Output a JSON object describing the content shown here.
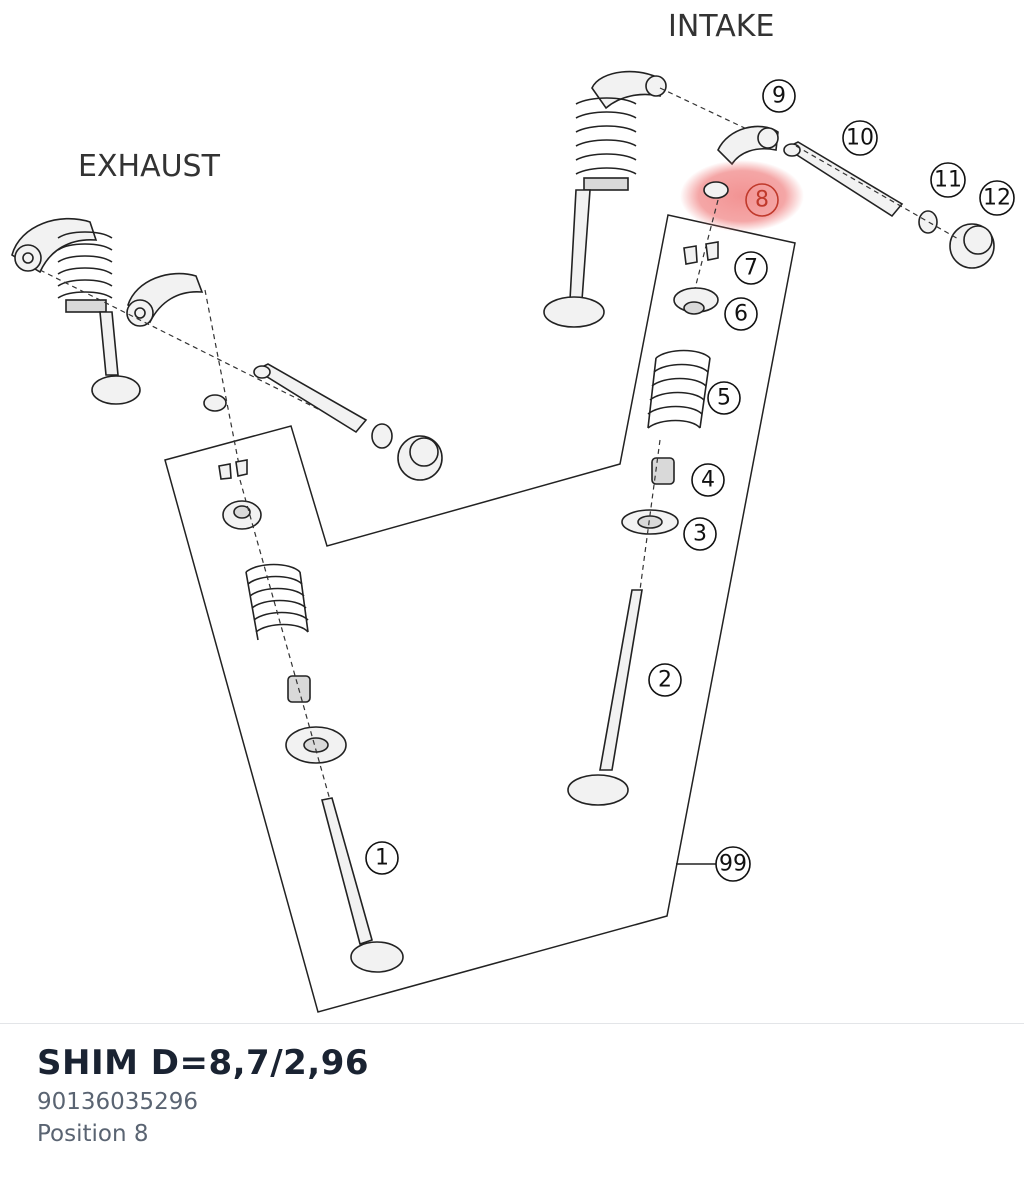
{
  "diagram": {
    "group_labels": {
      "exhaust": "EXHAUST",
      "intake": "INTAKE"
    },
    "callouts": [
      "1",
      "2",
      "3",
      "4",
      "5",
      "6",
      "7",
      "8",
      "9",
      "10",
      "11",
      "12",
      "99"
    ],
    "highlighted_callout": "8",
    "highlight_color": "#f08080"
  },
  "part": {
    "name": "SHIM D=8,7/2,96",
    "number": "90136035296",
    "position": "Position 8"
  }
}
